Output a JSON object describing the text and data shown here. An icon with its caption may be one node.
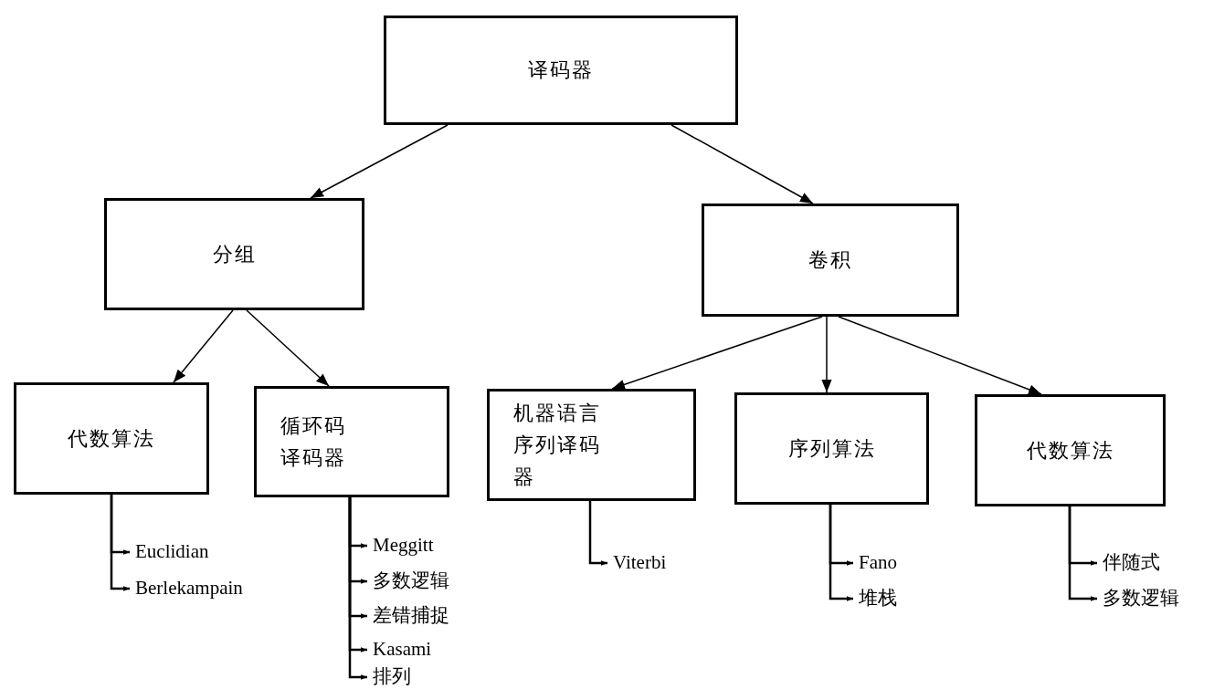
{
  "diagram": {
    "nodes": [
      {
        "text": [
          "译码器"
        ]
      },
      {
        "text": [
          "分组"
        ]
      },
      {
        "text": [
          "卷积"
        ]
      },
      {
        "text": [
          "代数算法"
        ]
      },
      {
        "text": [
          "循环码译码器"
        ]
      },
      {
        "text": [
          "机器语言序列译码器"
        ]
      },
      {
        "text": [
          "序列算法"
        ]
      },
      {
        "text": [
          "代数算法"
        ]
      },
      {
        "text": [
          "Euclidian"
        ]
      },
      {
        "text": [
          "Berlekampain"
        ]
      },
      {
        "text": [
          "Meggitt"
        ]
      },
      {
        "text": [
          "多数逻辑"
        ]
      },
      {
        "text": [
          "差错捕捉"
        ]
      },
      {
        "text": [
          "Kasami"
        ]
      },
      {
        "text": [
          "排列"
        ]
      },
      {
        "text": [
          "Viterbi"
        ]
      },
      {
        "text": [
          "Fano"
        ]
      },
      {
        "text": [
          "堆栈"
        ]
      },
      {
        "text": [
          "伴随式"
        ]
      },
      {
        "text": [
          "多数逻辑"
        ]
      }
    ],
    "edges": [
      {
        "from": 0,
        "to": 1,
        "arrow": "to"
      },
      {
        "from": 0,
        "to": 2,
        "arrow": "to"
      },
      {
        "from": 1,
        "to": 3,
        "arrow": "to"
      },
      {
        "from": 1,
        "to": 4,
        "arrow": "to"
      },
      {
        "from": 2,
        "to": 5,
        "arrow": "to"
      },
      {
        "from": 2,
        "to": 6,
        "arrow": "to"
      },
      {
        "from": 2,
        "to": 7,
        "arrow": "to"
      },
      {
        "from": 3,
        "to": 8,
        "arrow": "to"
      },
      {
        "from": 3,
        "to": 9,
        "arrow": "to"
      },
      {
        "from": 4,
        "to": 10,
        "arrow": "to"
      },
      {
        "from": 4,
        "to": 11,
        "arrow": "to"
      },
      {
        "from": 4,
        "to": 12,
        "arrow": "to"
      },
      {
        "from": 4,
        "to": 13,
        "arrow": "to"
      },
      {
        "from": 4,
        "to": 14,
        "arrow": "to"
      },
      {
        "from": 5,
        "to": 15,
        "arrow": "to"
      },
      {
        "from": 6,
        "to": 16,
        "arrow": "to"
      },
      {
        "from": 6,
        "to": 17,
        "arrow": "to"
      },
      {
        "from": 7,
        "to": 18,
        "arrow": "to"
      },
      {
        "from": 7,
        "to": 19,
        "arrow": "to"
      }
    ]
  }
}
